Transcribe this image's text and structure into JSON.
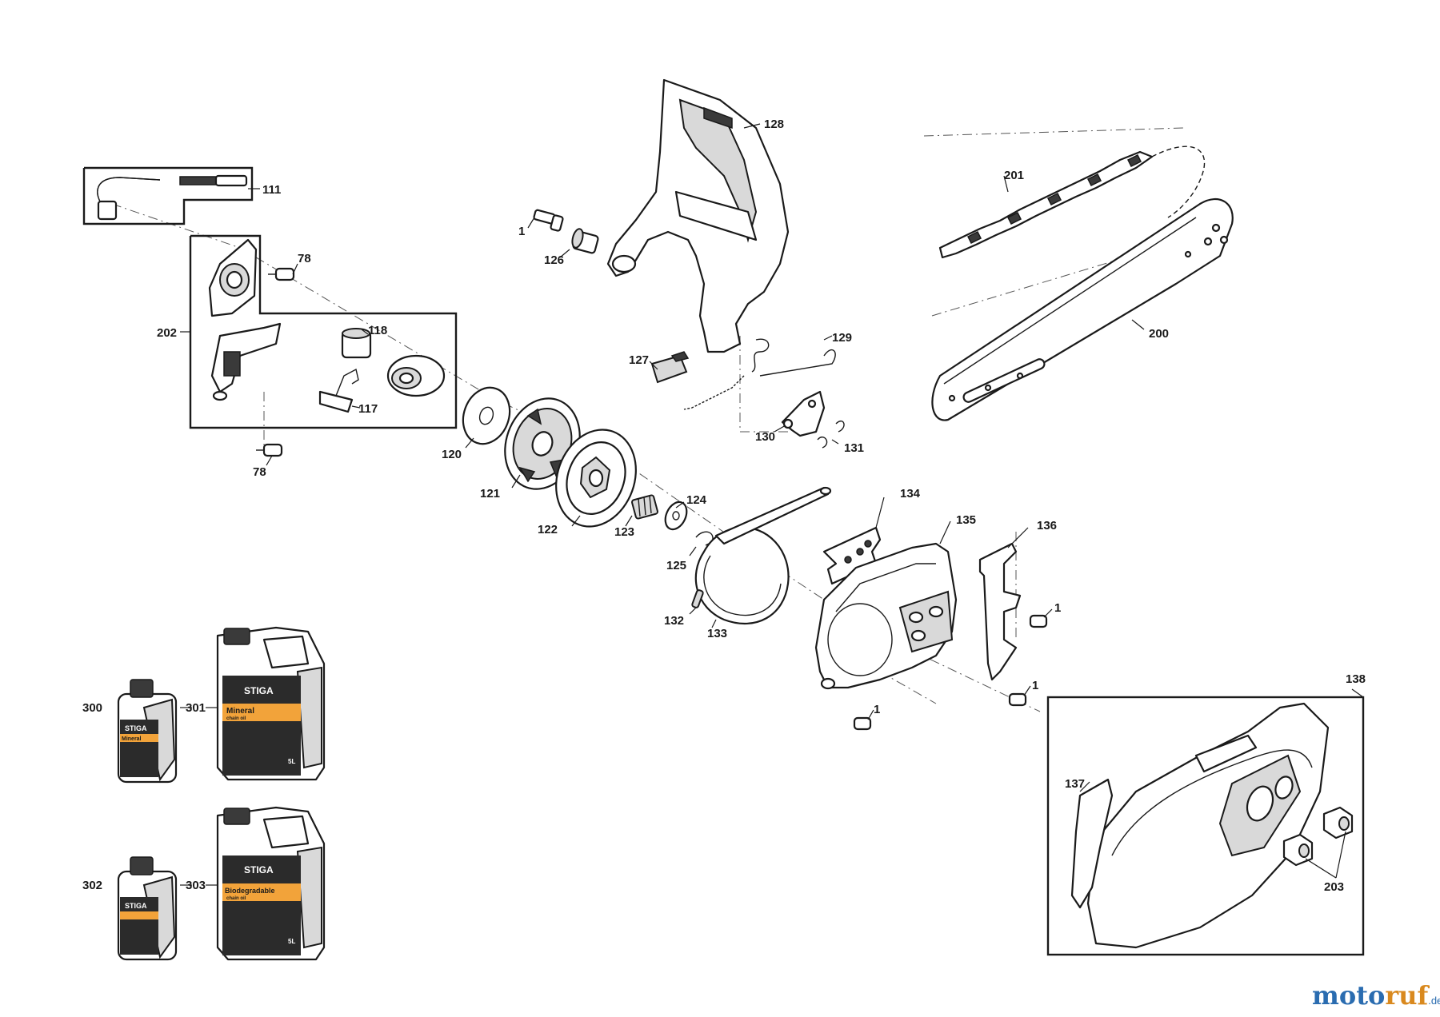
{
  "labels": {
    "l111": "111",
    "l78a": "78",
    "l202": "202",
    "l118": "118",
    "l117": "117",
    "l78b": "78",
    "l1a": "1",
    "l126": "126",
    "l128": "128",
    "l201": "201",
    "l200": "200",
    "l127": "127",
    "l129": "129",
    "l130": "130",
    "l131": "131",
    "l120": "120",
    "l121": "121",
    "l122": "122",
    "l123": "123",
    "l124": "124",
    "l125": "125",
    "l132": "132",
    "l133": "133",
    "l134": "134",
    "l135": "135",
    "l136": "136",
    "l1b": "1",
    "l1c": "1",
    "l1d": "1",
    "l138": "138",
    "l137": "137",
    "l203": "203",
    "l300": "300",
    "l301": "301",
    "l302": "302",
    "l303": "303"
  },
  "bottles": {
    "brand": "STIGA",
    "mineral": "Mineral",
    "biodegradable": "Biodegradable",
    "sub": "chain oil",
    "size_5l": "5L"
  },
  "watermark": {
    "part1": "moto",
    "part2": "ruf",
    "suffix": ".de"
  },
  "colors": {
    "label_band": "#f2a33a",
    "bottle_label": "#2b2b2b",
    "watermark_blue": "#2a6cb0",
    "watermark_orange": "#d9891e"
  }
}
